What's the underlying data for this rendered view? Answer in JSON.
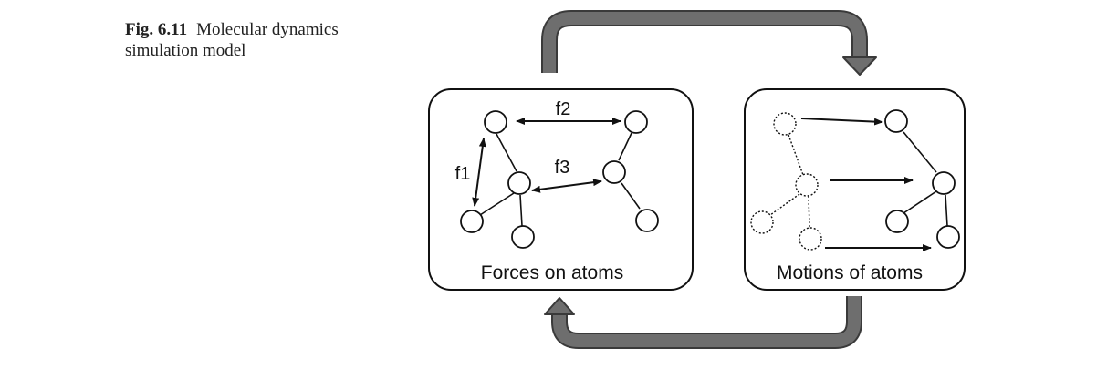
{
  "caption": {
    "label": "Fig. 6.11",
    "text": "Molecular dynamics simulation model"
  },
  "diagram": {
    "left_panel": {
      "title": "Forces on atoms",
      "force_labels": [
        "f2",
        "f1",
        "f3"
      ]
    },
    "right_panel": {
      "title": "Motions of atoms"
    },
    "colors": {
      "cycle_arrow": "#6e6e6e",
      "cycle_arrow_outline": "#3a3a3a",
      "ink": "#111111"
    }
  }
}
